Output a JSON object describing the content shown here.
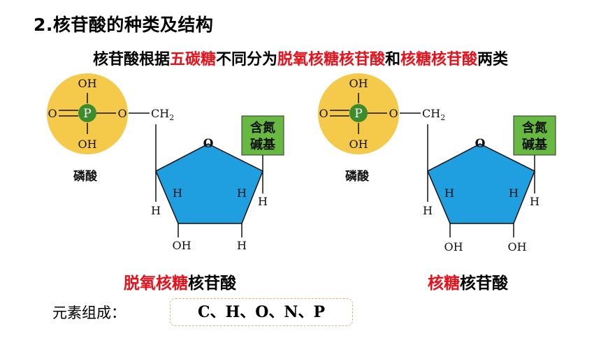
{
  "heading": "2.核苷酸的种类及结构",
  "subtitle": {
    "parts": [
      {
        "text": "核苷酸根据",
        "highlight": false
      },
      {
        "text": "五碳糖",
        "highlight": true
      },
      {
        "text": "不同分为",
        "highlight": false
      },
      {
        "text": "脱氧核糖核苷酸",
        "highlight": true
      },
      {
        "text": "和",
        "highlight": false
      },
      {
        "text": "核糖核苷酸",
        "highlight": true
      },
      {
        "text": "两类",
        "highlight": false
      }
    ]
  },
  "colors": {
    "phosphate_circle": "#f5c94a",
    "phosphorus_atom": "#3c8b2d",
    "sugar_ring": "#1f9ee0",
    "base_box": "#67b942",
    "highlight_red": "#e8101a"
  },
  "atoms": {
    "O": "O",
    "OH": "OH",
    "H": "H",
    "P": "P",
    "ring_O": "O",
    "CH2_main": "CH",
    "CH2_sub": "2"
  },
  "left_molecule": {
    "phosphate_label": "磷酸",
    "base_line1": "含氮",
    "base_line2": "碱基",
    "c2_substituents": [
      "H",
      "H"
    ],
    "caption_red": "脱氧核糖",
    "caption_black": "核苷酸"
  },
  "right_molecule": {
    "phosphate_label": "磷酸",
    "base_line1": "含氮",
    "base_line2": "碱基",
    "c2_substituents": [
      "H",
      "OH"
    ],
    "caption_red": "核糖",
    "caption_black": "核苷酸"
  },
  "elements": {
    "label": "元素组成：",
    "value": "C、H、O、N、P"
  }
}
